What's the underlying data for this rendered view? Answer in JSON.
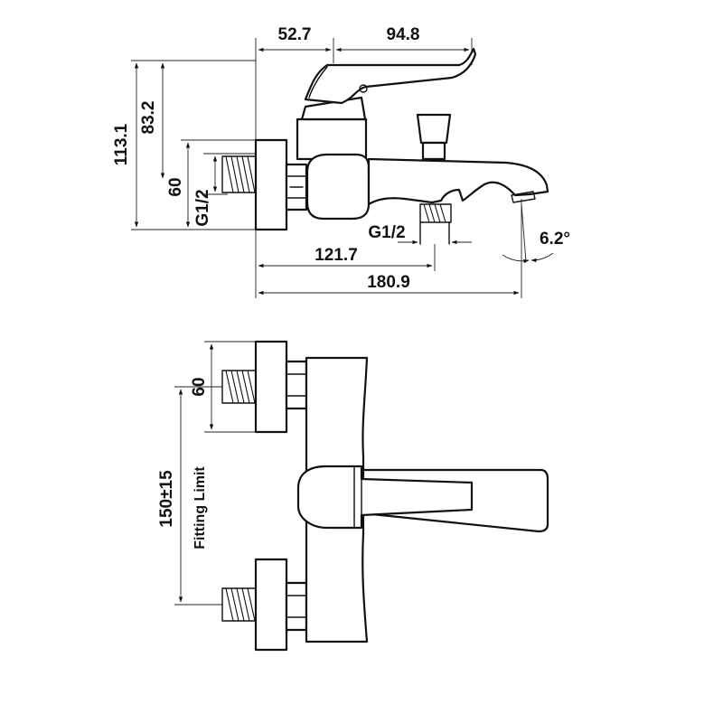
{
  "side_view": {
    "dim_top_left": "52.7",
    "dim_top_right": "94.8",
    "dim_height_total": "113.1",
    "dim_height_handle": "83.2",
    "dim_wall_60": "60",
    "dim_inlet_thread": "G1/2",
    "dim_outlet_thread": "G1/2",
    "dim_outlet_dist": "121.7",
    "dim_spout_length": "180.9",
    "dim_angle": "6.2°"
  },
  "front_view": {
    "dim_wall_60": "60",
    "dim_center_dist": "150±15",
    "fitting_limit": "Fitting Limit"
  }
}
